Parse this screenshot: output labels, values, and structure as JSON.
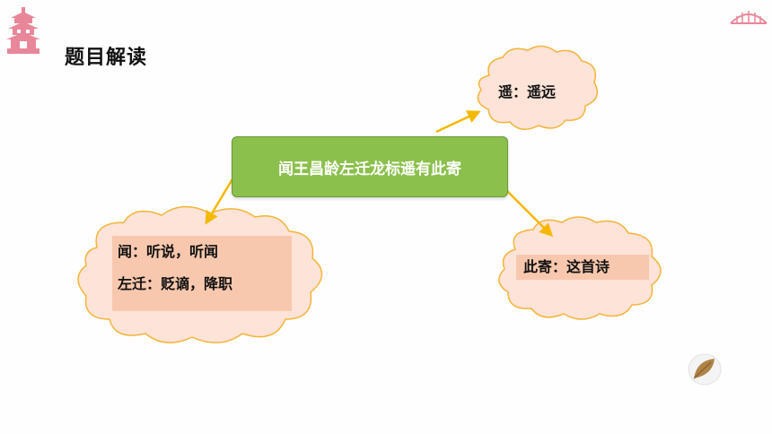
{
  "title": "题目解读",
  "center": "闻王昌龄左迁龙标遥有此寄",
  "explanations": {
    "top": "遥：遥远",
    "left_line1": "闻：听说，听闻",
    "left_line2": "左迁：贬谪，降职",
    "right": "此寄：这首诗"
  },
  "colors": {
    "center_fill": "#8cc04d",
    "cloud_fill": "#fde3d8",
    "cloud_stroke": "#f5b437",
    "arrow": "#f5b800",
    "highlight": "#f8c8ae",
    "pagoda": "#e8879a"
  },
  "icons": [
    "pagoda-icon",
    "bridge-icon",
    "leaf-icon"
  ]
}
